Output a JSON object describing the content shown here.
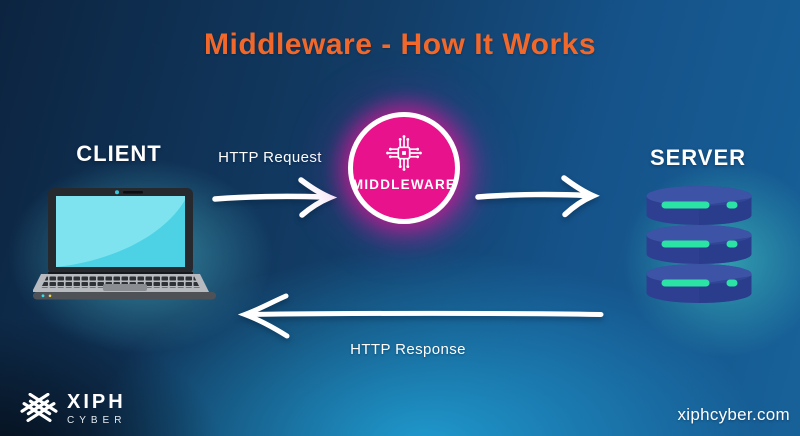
{
  "title": {
    "text": "Middleware - How It Works",
    "color": "#f2682b"
  },
  "nodes": {
    "client": {
      "label": "CLIENT",
      "icon": "laptop-icon"
    },
    "middleware": {
      "label": "MIDDLEWARE",
      "icon": "chip-icon",
      "fill": "#e8128c",
      "ring": "#ffffff"
    },
    "server": {
      "label": "SERVER",
      "icon": "database-icon",
      "fill": "#2e3f91",
      "accent": "#2ce3a6"
    }
  },
  "flows": {
    "request": {
      "label": "HTTP Request",
      "from": "client",
      "to": "middleware",
      "direction": "right"
    },
    "forward": {
      "from": "middleware",
      "to": "server",
      "direction": "right"
    },
    "response": {
      "label": "HTTP Response",
      "from": "server",
      "to": "client",
      "direction": "left"
    }
  },
  "branding": {
    "logo_icon": "x-weave-icon",
    "logo_text": "XIPH",
    "logo_subtext": "CYBER",
    "website": "xiphcyber.com"
  },
  "colors": {
    "background_top_left": "#0c2440",
    "background_bottom_center": "#21a7db",
    "title_orange": "#f2682b",
    "middleware_pink": "#e8128c",
    "server_blue": "#2e3f91",
    "server_teal": "#2ce3a6",
    "screen_cyan": "#4cd2e4"
  }
}
